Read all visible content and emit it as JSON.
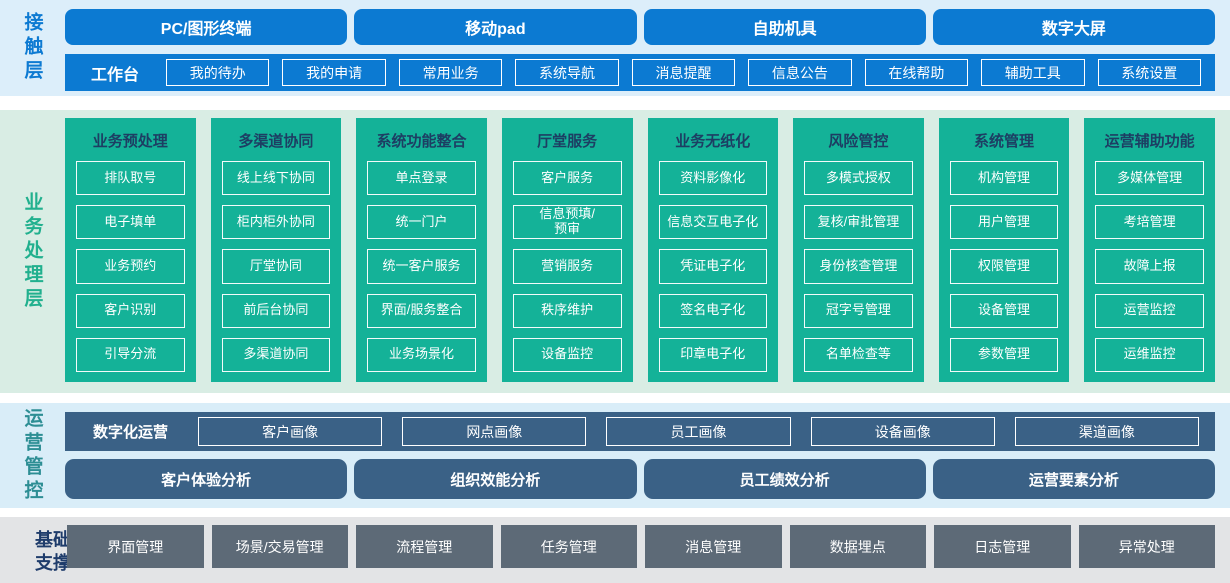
{
  "palette": {
    "primary_blue": "#0c7ad2",
    "band_blue_bg": "#dceefa",
    "teal_green": "#14b298",
    "band_green_bg": "#d9ede4",
    "column_title_navy": "#1d3e63",
    "slate_blue": "#3a6186",
    "band_blue2_bg": "#d9edf8",
    "gray_box": "#5d6a77",
    "band_gray_bg": "#e3e4e6"
  },
  "layers": {
    "contact": {
      "label": "接触层",
      "terminals": [
        "PC/图形终端",
        "移动pad",
        "自助机具",
        "数字大屏"
      ],
      "workbench": {
        "label": "工作台",
        "items": [
          "我的待办",
          "我的申请",
          "常用业务",
          "系统导航",
          "消息提醒",
          "信息公告",
          "在线帮助",
          "辅助工具",
          "系统设置"
        ]
      }
    },
    "business": {
      "label": "业务处理层",
      "columns": [
        {
          "title": "业务预处理",
          "items": [
            "排队取号",
            "电子填单",
            "业务预约",
            "客户识别",
            "引导分流"
          ]
        },
        {
          "title": "多渠道协同",
          "items": [
            "线上线下协同",
            "柜内柜外协同",
            "厅堂协同",
            "前后台协同",
            "多渠道协同"
          ]
        },
        {
          "title": "系统功能整合",
          "items": [
            "单点登录",
            "统一门户",
            "统一客户服务",
            "界面/服务整合",
            "业务场景化"
          ]
        },
        {
          "title": "厅堂服务",
          "items": [
            "客户服务",
            "信息预填/\n预审",
            "营销服务",
            "秩序维护",
            "设备监控"
          ]
        },
        {
          "title": "业务无纸化",
          "items": [
            "资料影像化",
            "信息交互电子化",
            "凭证电子化",
            "签名电子化",
            "印章电子化"
          ]
        },
        {
          "title": "风险管控",
          "items": [
            "多模式授权",
            "复核/审批管理",
            "身份核查管理",
            "冠字号管理",
            "名单检查等"
          ]
        },
        {
          "title": "系统管理",
          "items": [
            "机构管理",
            "用户管理",
            "权限管理",
            "设备管理",
            "参数管理"
          ]
        },
        {
          "title": "运营辅助功能",
          "items": [
            "多媒体管理",
            "考培管理",
            "故障上报",
            "运营监控",
            "运维监控"
          ]
        }
      ]
    },
    "operation": {
      "label": "运营管控",
      "digital": {
        "label": "数字化运营",
        "items": [
          "客户画像",
          "网点画像",
          "员工画像",
          "设备画像",
          "渠道画像"
        ]
      },
      "analysis": [
        "客户体验分析",
        "组织效能分析",
        "员工绩效分析",
        "运营要素分析"
      ]
    },
    "foundation": {
      "label": "基础支撑",
      "items": [
        "界面管理",
        "场景/交易管理",
        "流程管理",
        "任务管理",
        "消息管理",
        "数据埋点",
        "日志管理",
        "异常处理"
      ]
    }
  }
}
